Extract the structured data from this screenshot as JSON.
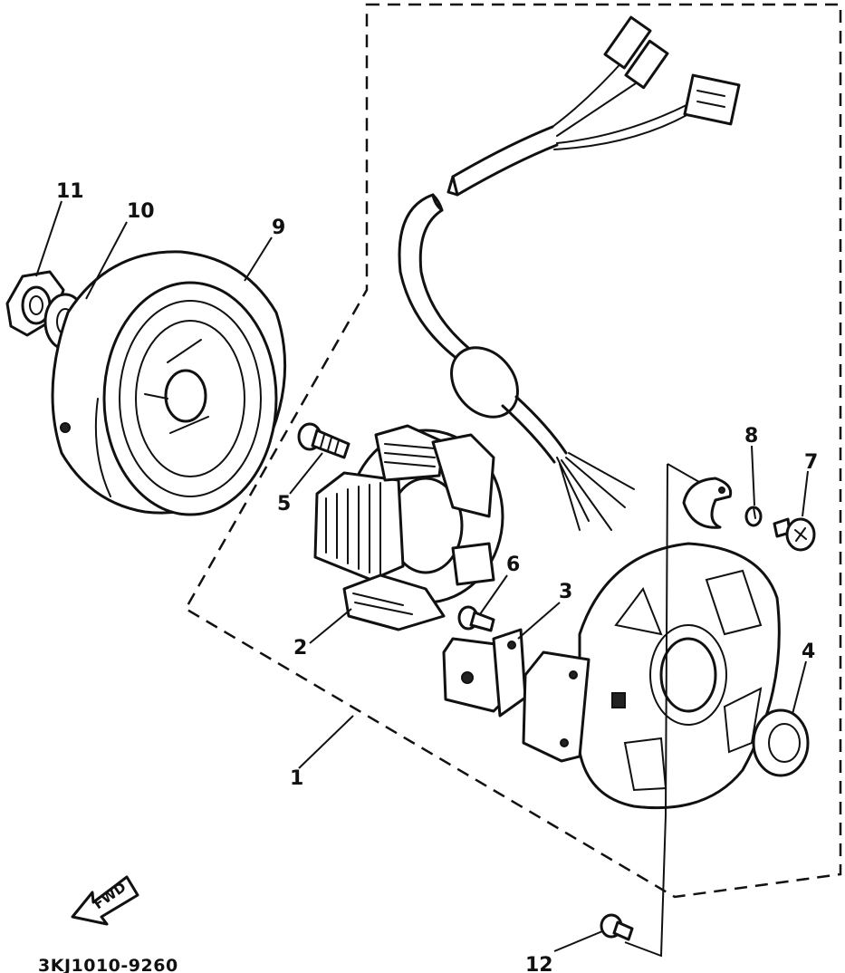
{
  "callouts": {
    "c1": "1",
    "c2": "2",
    "c3": "3",
    "c4": "4",
    "c5": "5",
    "c6": "6",
    "c7": "7",
    "c8": "8",
    "c9": "9",
    "c10": "10",
    "c11": "11",
    "c12": "12"
  },
  "direction_marker": "FWD",
  "drawing_code": "3KJ1010-9260"
}
